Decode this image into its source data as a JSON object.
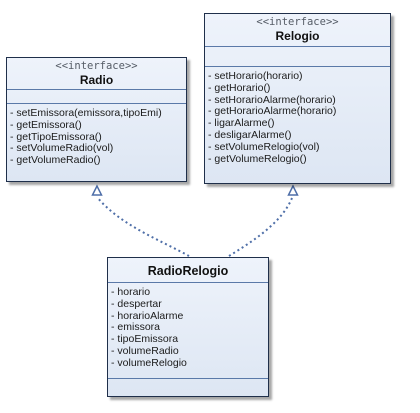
{
  "classes": {
    "radio": {
      "stereotype": "<<interface>>",
      "name": "Radio",
      "attributes": [],
      "methods": [
        "- setEmissora(emissora,tipoEmi)",
        "- getEmissora()",
        "- getTipoEmissora()",
        "- setVolumeRadio(vol)",
        "- getVolumeRadio()"
      ]
    },
    "relogio": {
      "stereotype": "<<interface>>",
      "name": "Relogio",
      "attributes": [],
      "methods": [
        "- setHorario(horario)",
        "- getHorario()",
        "- setHorarioAlarme(horario)",
        "- getHorarioAlarme(horario)",
        "- ligarAlarme()",
        "- desligarAlarme()",
        "- setVolumeRelogio(vol)",
        "- getVolumeRelogio()"
      ]
    },
    "radiorelogio": {
      "name": "RadioRelogio",
      "attributes": [
        "- horario",
        "- despertar",
        "- horarioAlarme",
        "- emissora",
        "- tipoEmissora",
        "- volumeRadio",
        "- volumeRelogio"
      ],
      "methods": []
    }
  },
  "relations": [
    {
      "type": "realization",
      "from": "RadioRelogio",
      "to": "Radio"
    },
    {
      "type": "realization",
      "from": "RadioRelogio",
      "to": "Relogio"
    }
  ],
  "colors": {
    "border": "#1f2f4a",
    "divider": "#5a79a8",
    "connector": "#4f6fa8",
    "fill_top": "#eef3fb",
    "fill_bottom": "#dde6f3"
  }
}
